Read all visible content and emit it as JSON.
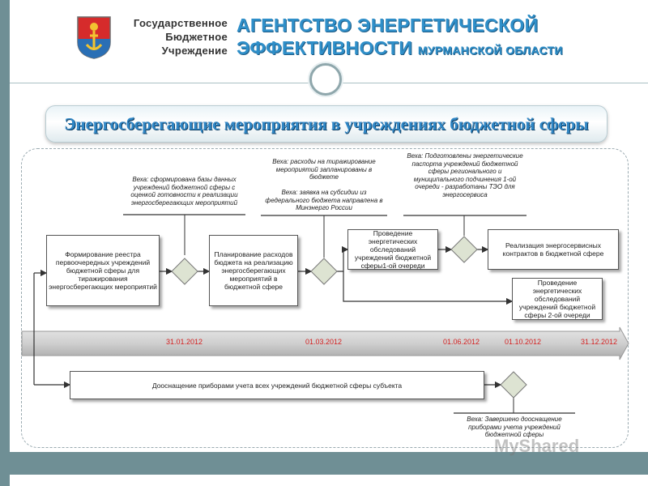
{
  "header": {
    "org_line1": "Государственное",
    "org_line2": "Бюджетное",
    "org_line3": "Учреждение",
    "agency_line1": "АГЕНТСТВО ЭНЕРГЕТИЧЕСКОЙ",
    "agency_line2": "ЭФФЕКТИВНОСТИ",
    "agency_region": "МУРМАНСКОЙ ОБЛАСТИ"
  },
  "title": "Энергосберегающие мероприятия в учреждениях бюджетной сферы",
  "process": {
    "box1": "Формирование реестра первоочередных учреждений бюджетной сферы для тиражирования энергосберегающих мероприятий",
    "box2": "Планирование расходов бюджета на реализацию энергосберегающих мероприятий в бюджетной сфере",
    "box3": "Проведение энергетических обследований учреждений бюджетной сферы1-ой очереди",
    "box4": "Реализация энергосервисных контрактов в бюджетной сфере",
    "box5": "Проведение энергетических обследований учреждений бюджетной сферы 2-ой очереди",
    "box6": "Дооснащение приборами учета всех учреждений бюджетной сферы субъекта"
  },
  "milestones": {
    "m1": "Веха: сформирована базы данных учреждений бюджетной сферы с оценкой готовности к реализации энергосберегающих мероприятий",
    "m2a": "Веха: расходы на тиражирование мероприятий запланированы в бюджете",
    "m2b": "Веха: заявка на субсидии из федерального бюджета направлена в Минэнерго России",
    "m3": "Веха: Подготовлены энергетические паспорта учреждений бюджетной сферы регионального и муниципального подчинения 1-ой очереди - разработаны ТЭО для энергосервиса",
    "m4": "Веха: Завершено дооснащение приборами учета учреждений бюджетной сферы"
  },
  "timeline": {
    "d1": "31.01.2012",
    "d2": "01.03.2012",
    "d3": "01.06.2012",
    "d4": "01.10.2012",
    "d5": "31.12.2012"
  },
  "watermark": "MyShared",
  "colors": {
    "accent_blue": "#2f8fc9",
    "date_red": "#d42020",
    "side_bar": "#6f8f95",
    "diamond_fill": "#dde3d2"
  }
}
